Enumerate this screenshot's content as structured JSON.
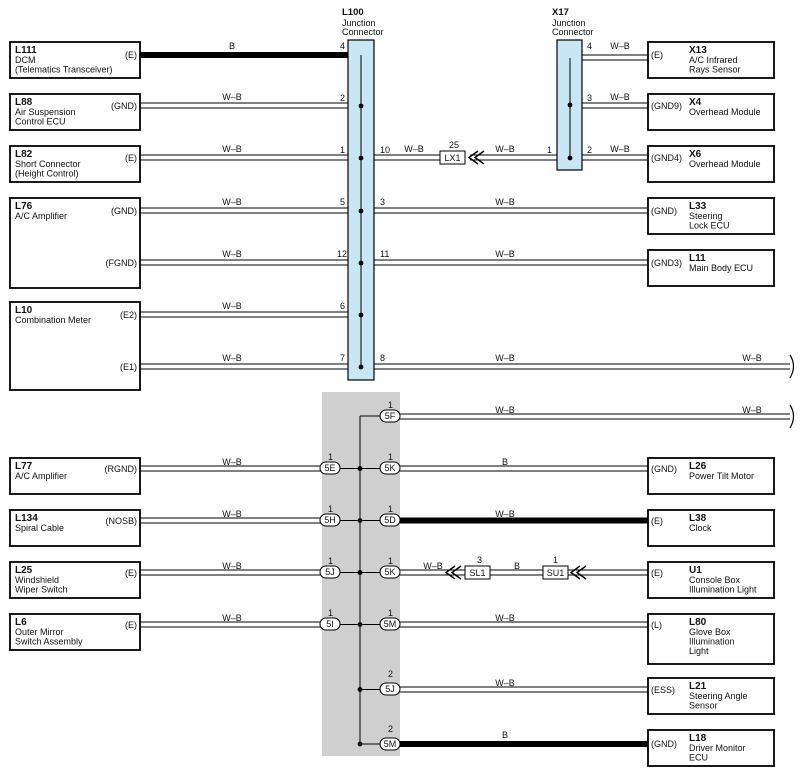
{
  "colors": {
    "junction_fill": "#c8e6f4",
    "wire_dark": "#111111",
    "shaded_area": "#cfcfcf",
    "box_stroke": "#000000"
  },
  "connectors": {
    "l100": {
      "id": "L100",
      "name": "Junction\nConnector"
    },
    "x17": {
      "id": "X17",
      "name": "Junction\nConnector"
    }
  },
  "components": [
    {
      "id": "L111",
      "name": "DCM\n(Telematics Transceiver)",
      "pins": [
        "(E)"
      ]
    },
    {
      "id": "L88",
      "name": "Air Suspension\nControl ECU",
      "pins": [
        "(GND)"
      ]
    },
    {
      "id": "L82",
      "name": "Short Connector\n(Height Control)",
      "pins": [
        "(E)"
      ]
    },
    {
      "id": "L76",
      "name": "A/C Amplifier",
      "pins": [
        "(GND)",
        "(FGND)"
      ]
    },
    {
      "id": "L10",
      "name": "Combination Meter",
      "pins": [
        "(E2)",
        "(E1)"
      ]
    },
    {
      "id": "L77",
      "name": "A/C Amplifier",
      "pins": [
        "(RGND)"
      ]
    },
    {
      "id": "L134",
      "name": "Spiral Cable",
      "pins": [
        "(NOSB)"
      ]
    },
    {
      "id": "L25",
      "name": "Windshield\nWiper Switch",
      "pins": [
        "(E)"
      ]
    },
    {
      "id": "L6",
      "name": "Outer Mirror\nSwitch Assembly",
      "pins": [
        "(E)"
      ]
    },
    {
      "id": "X13",
      "name": "A/C Infrared\nRays Sensor",
      "pins": [
        "(E)"
      ]
    },
    {
      "id": "X4",
      "name": "Overhead Module",
      "pins": [
        "(GND9)"
      ]
    },
    {
      "id": "X6",
      "name": "Overhead Module",
      "pins": [
        "(GND4)"
      ]
    },
    {
      "id": "L33",
      "name": "Steering\nLock ECU",
      "pins": [
        "(GND)"
      ]
    },
    {
      "id": "L11",
      "name": "Main Body ECU",
      "pins": [
        "(GND3)"
      ]
    },
    {
      "id": "L26",
      "name": "Power Tilt Motor",
      "pins": [
        "(GND)"
      ]
    },
    {
      "id": "L38",
      "name": "Clock",
      "pins": [
        "(E)"
      ]
    },
    {
      "id": "U1",
      "name": "Console Box\nIllumination Light",
      "pins": [
        "(E)"
      ]
    },
    {
      "id": "L80",
      "name": "Glove Box\nIllumination\nLight",
      "pins": [
        "(L)"
      ]
    },
    {
      "id": "L21",
      "name": "Steering Angle\nSensor",
      "pins": [
        "(ESS)"
      ]
    },
    {
      "id": "L18",
      "name": "Driver Monitor\nECU",
      "pins": [
        "(GND)"
      ]
    }
  ],
  "pin_numbers": [
    "4",
    "2",
    "1",
    "10",
    "5",
    "3",
    "12",
    "11",
    "6",
    "7",
    "8",
    "4",
    "3",
    "2",
    "1",
    "25",
    "1",
    "1",
    "1",
    "1",
    "1",
    "1",
    "1",
    "3",
    "1",
    "1",
    "1",
    "2",
    "2",
    "1"
  ],
  "wire_labels": [
    "B",
    "W–B",
    "W–B",
    "W–B",
    "W–B",
    "W–B",
    "W–B",
    "W–B",
    "W–B",
    "W–B",
    "W–B",
    "W–B",
    "W–B",
    "W–B",
    "W–B",
    "W–B",
    "W–B",
    "W–B",
    "W–B",
    "B",
    "W–B",
    "W–B",
    "W–B",
    "W–B",
    "B"
  ],
  "splice_labels": [
    "LX1",
    "SL1",
    "SU1"
  ],
  "junction_blocks": [
    "5F",
    "5E",
    "5K",
    "5H",
    "5D",
    "5J",
    "5K",
    "5I",
    "5M",
    "5J",
    "5M"
  ]
}
